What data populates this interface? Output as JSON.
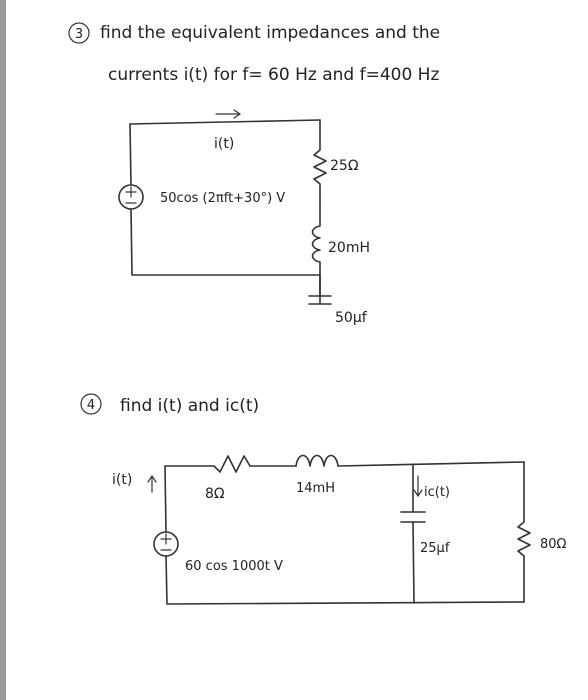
{
  "problem3": {
    "number": "3",
    "line1": "find the equivalent impedances and the",
    "line2": "currents i(t) for f= 60 Hz and f=400 Hz",
    "current_label": "i(t)",
    "source_label": "50cos (2πft+30°) V",
    "resistor_label": "25Ω",
    "inductor_label": "20mH",
    "capacitor_label": "50μf"
  },
  "problem4": {
    "number": "4",
    "title": "find i(t) and ic(t)",
    "current_label": "i(t)",
    "resistor1_label": "8Ω",
    "inductor_label": "14mH",
    "capacitor_current_label": "ic(t)",
    "capacitor_label": "25μf",
    "resistor2_label": "80Ω",
    "source_label": "60 cos 1000t V"
  },
  "colors": {
    "ink": "#333333",
    "side_bar": "#9a9a9a",
    "background": "#ffffff"
  },
  "icons": [
    "voltage-source-icon",
    "resistor-icon",
    "inductor-icon",
    "capacitor-icon",
    "current-arrow-icon"
  ]
}
